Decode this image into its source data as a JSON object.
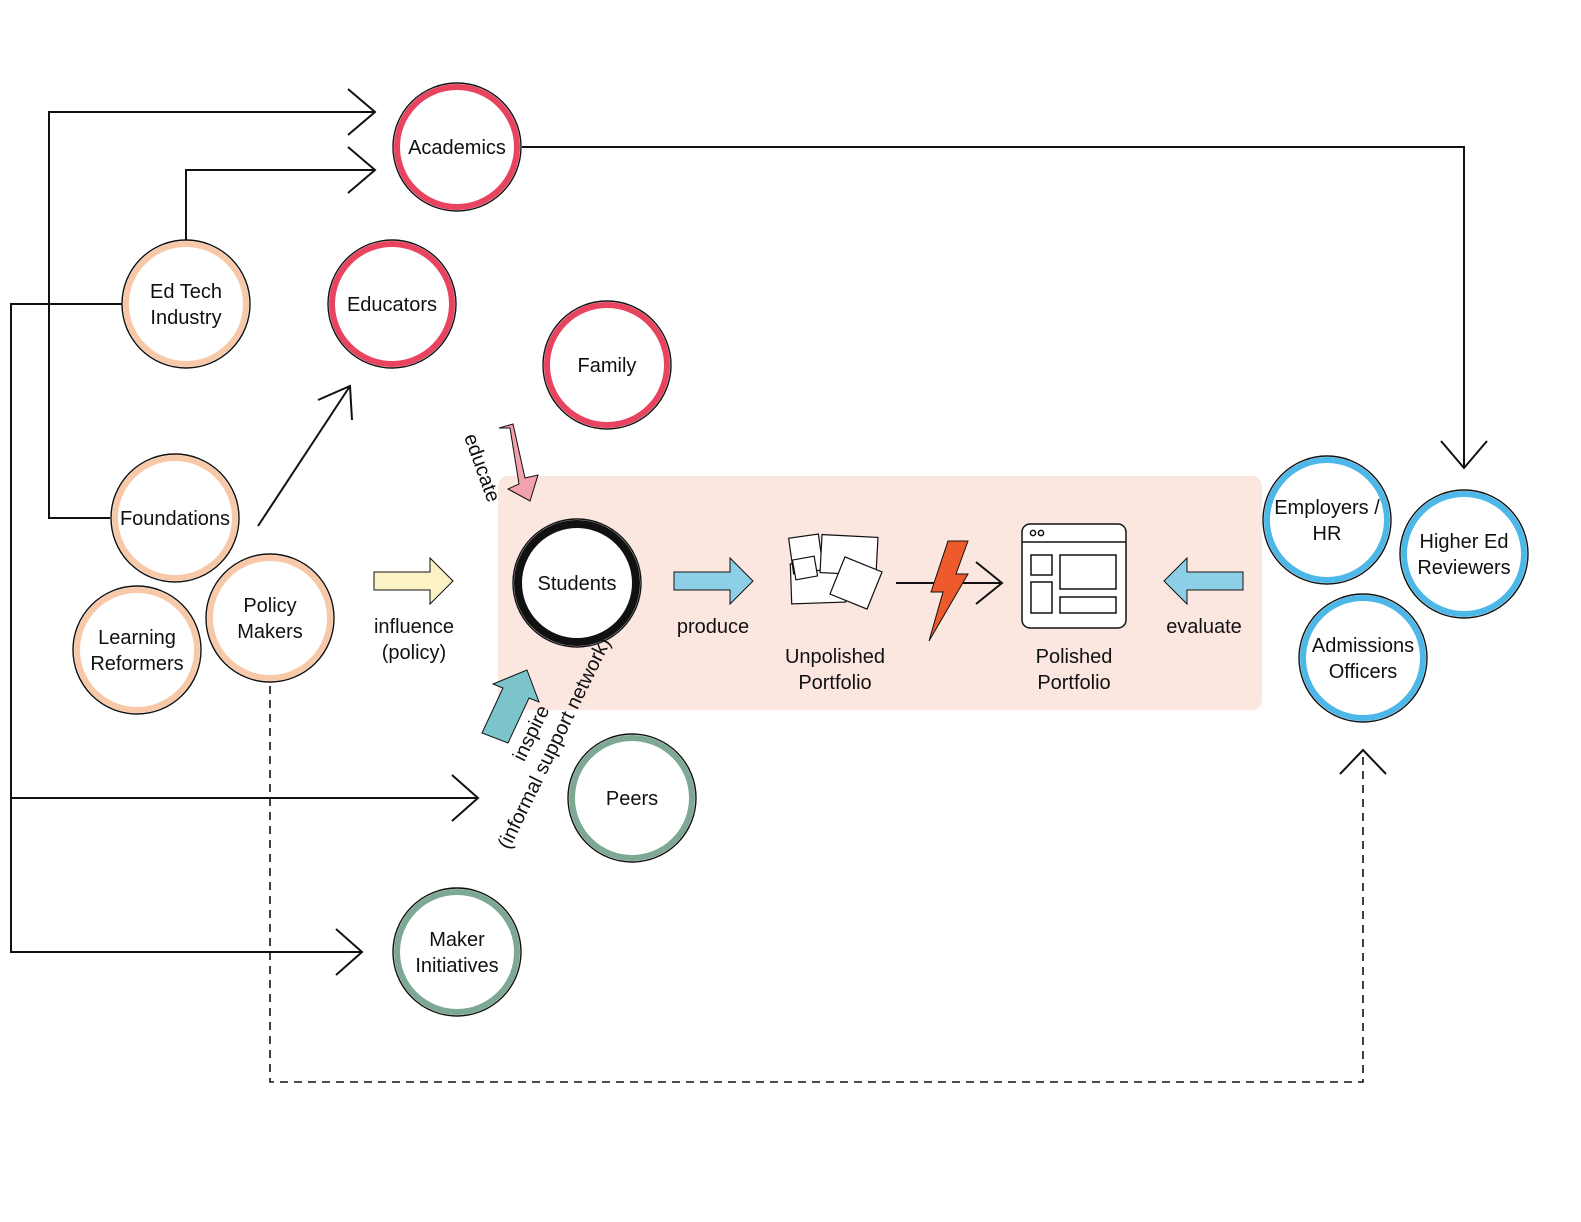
{
  "colors": {
    "academic_red": "#e8435f",
    "industry_peach": "#f8c9a8",
    "maker_green": "#7da894",
    "evaluator_blue": "#4db8e8",
    "student_black": "#111111",
    "panel_pink": "#fce6e0",
    "educate_arrow": "#f3a1ad",
    "influence_arrow": "#fbf2c6",
    "inspire_arrow": "#7cc4cc",
    "produce_arrow": "#8ecfe8",
    "lightning": "#ee5a2b"
  },
  "nodes": {
    "academics": [
      "Academics"
    ],
    "educators": [
      "Educators"
    ],
    "family": [
      "Family"
    ],
    "edtech": [
      "Ed Tech",
      "Industry"
    ],
    "foundations": [
      "Foundations"
    ],
    "learning_reformers": [
      "Learning",
      "Reformers"
    ],
    "policy_makers": [
      "Policy",
      "Makers"
    ],
    "students": [
      "Students"
    ],
    "peers": [
      "Peers"
    ],
    "maker_initiatives": [
      "Maker",
      "Initiatives"
    ],
    "employers": [
      "Employers /",
      "HR"
    ],
    "higher_ed": [
      "Higher Ed",
      "Reviewers"
    ],
    "admissions": [
      "Admissions",
      "Officers"
    ]
  },
  "labels": {
    "educate": "educate",
    "influence": [
      "influence",
      "(policy)"
    ],
    "inspire": [
      "inspire",
      "(informal support network)"
    ],
    "produce": "produce",
    "evaluate": "evaluate",
    "unpolished": [
      "Unpolished",
      "Portfolio"
    ],
    "polished": [
      "Polished",
      "Portfolio"
    ]
  },
  "icons": {
    "unpolished": "scattered-papers-icon",
    "polished": "browser-window-icon",
    "transform": "lightning-bolt-icon"
  }
}
